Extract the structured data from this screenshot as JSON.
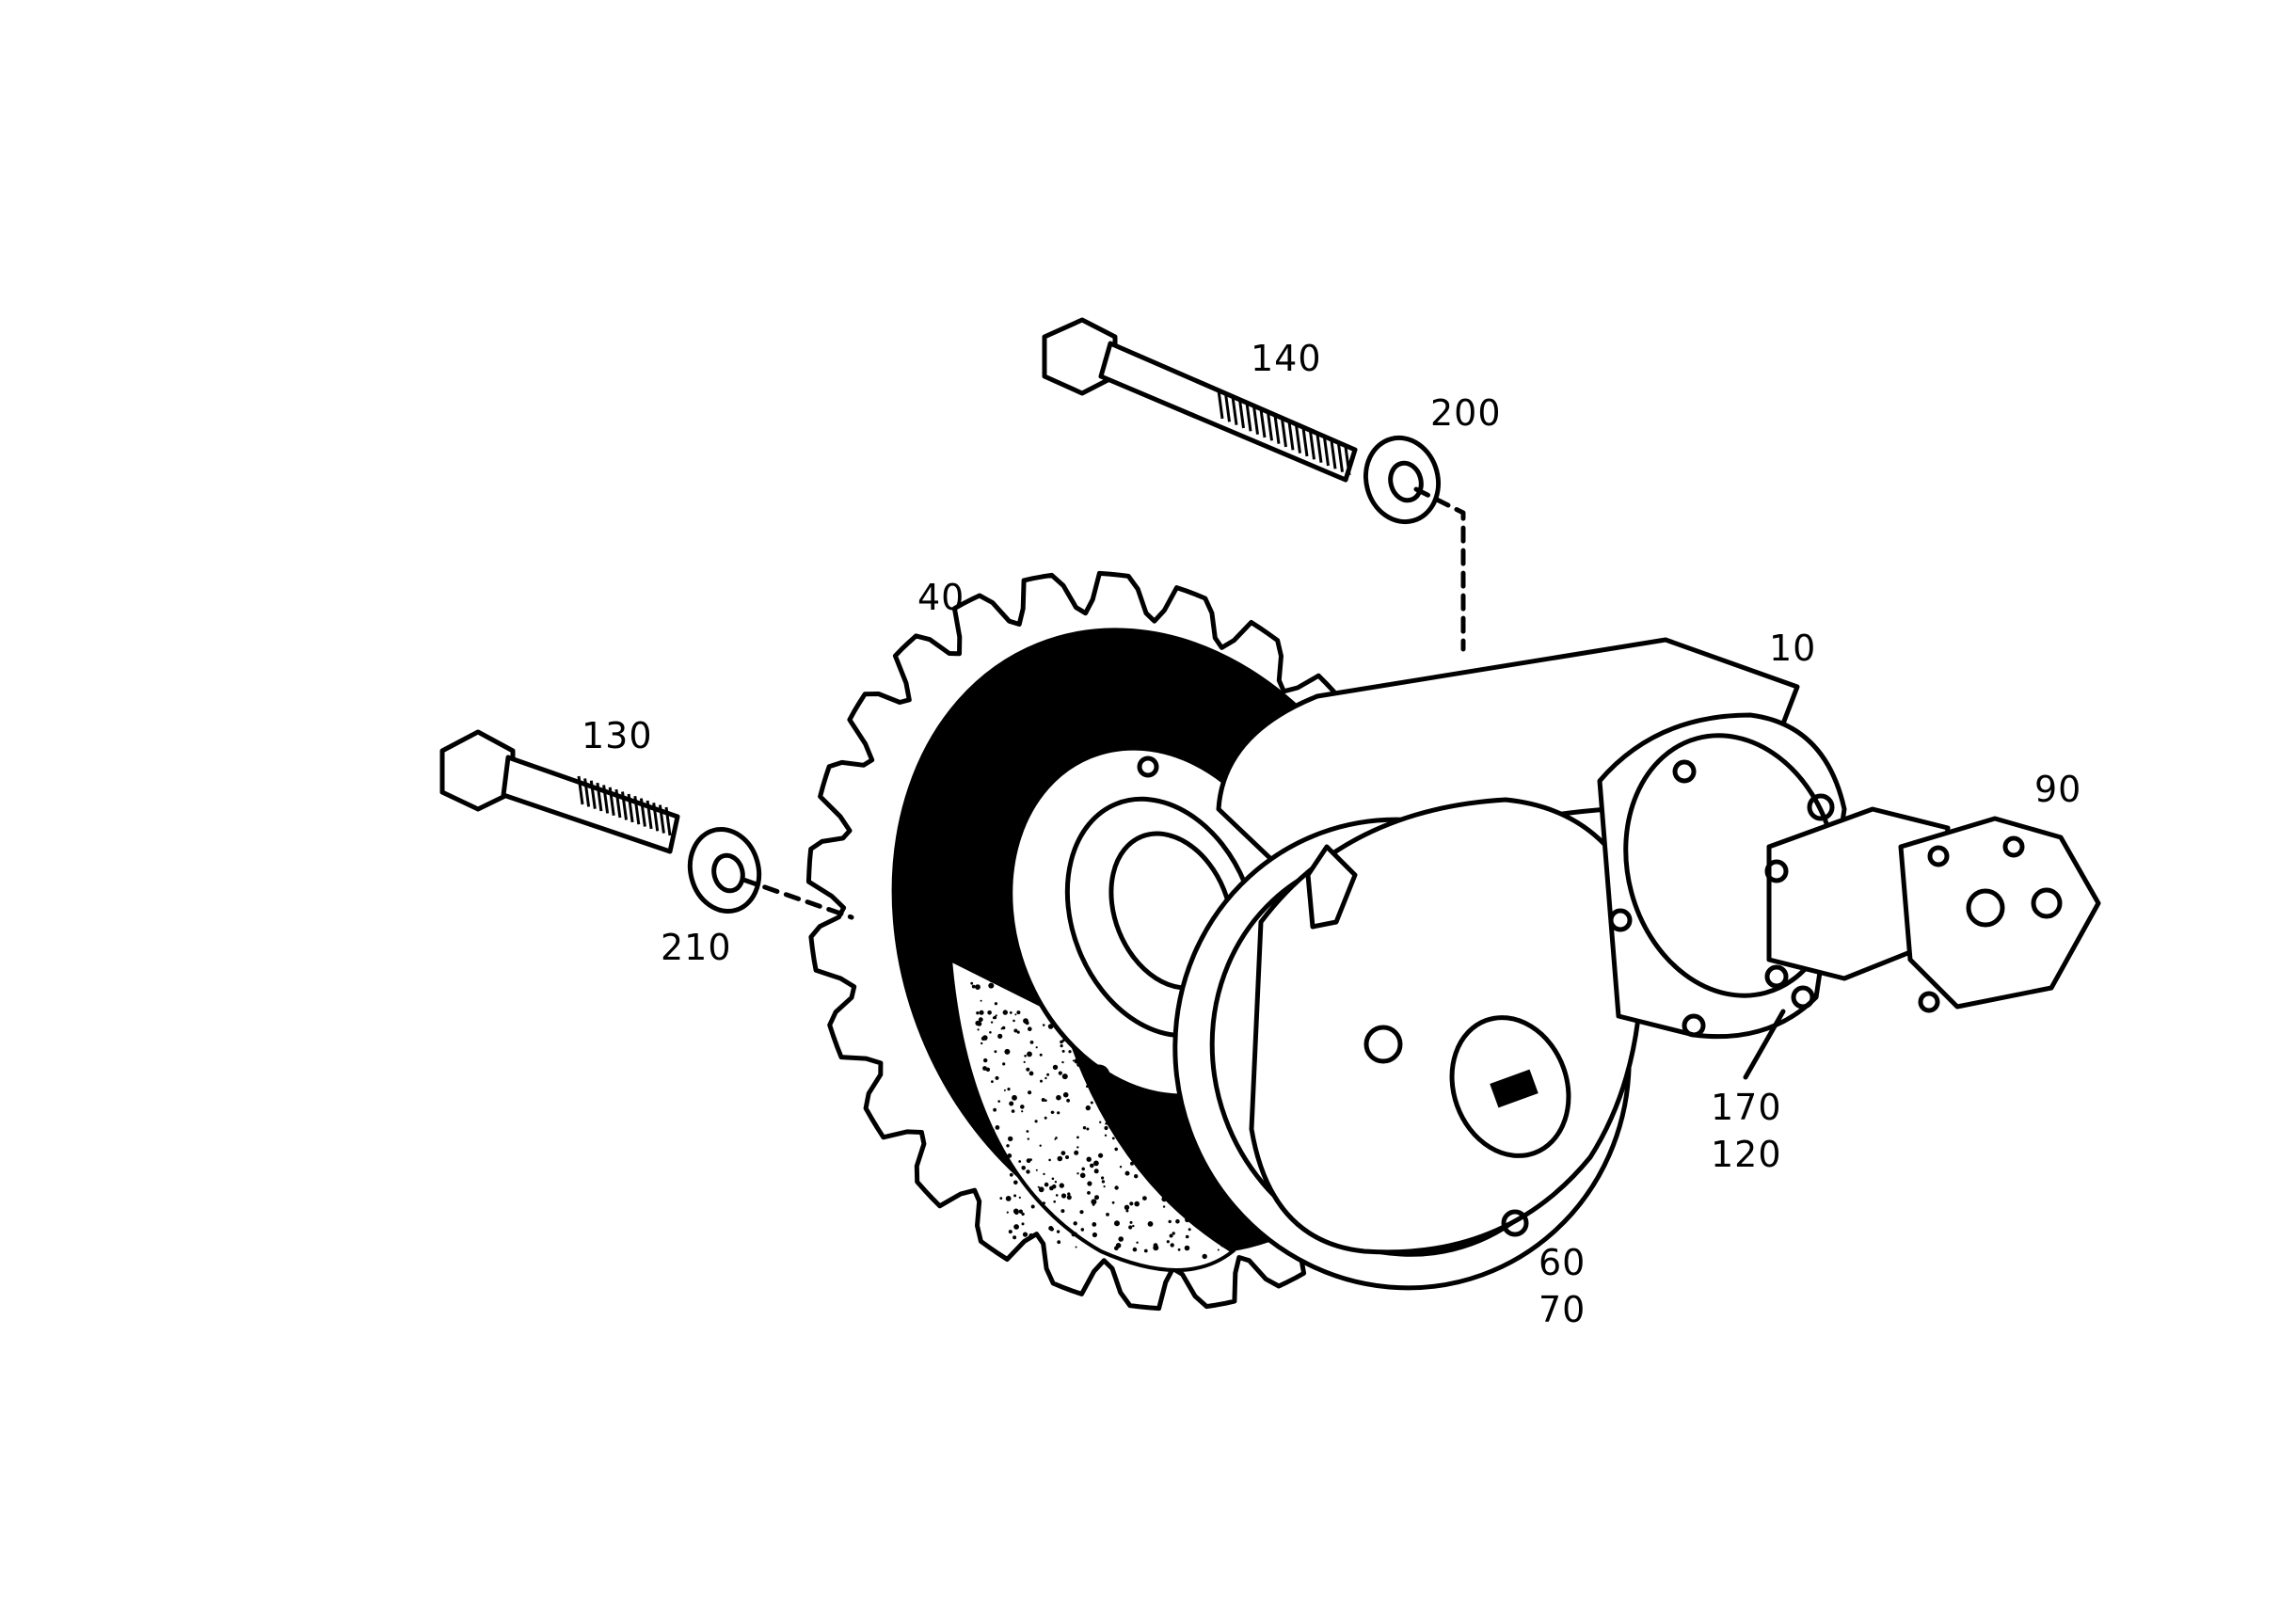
{
  "diagram": {
    "labels": {
      "p10": "10",
      "p40": "40",
      "p60": "60",
      "p70": "70",
      "p90": "90",
      "p120": "120",
      "p130": "130",
      "p140": "140",
      "p170": "170",
      "p200": "200",
      "p210": "210"
    },
    "colors": {
      "ink": "#000000",
      "paper": "#ffffff"
    }
  }
}
